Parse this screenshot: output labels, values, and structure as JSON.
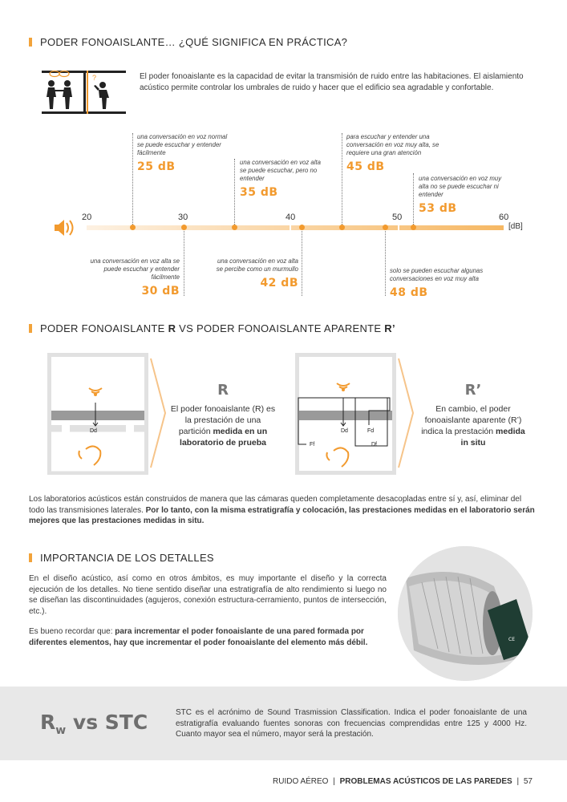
{
  "section1": {
    "title": "PODER FONOAISLANTE… ¿QUÉ SIGNIFICA EN PRÁCTICA?",
    "intro": "El poder fonoaislante es la capacidad de evitar la transmisión de ruido entre las habitaciones. El aislamiento acústico permite controlar los umbrales de ruido y hacer que el edificio sea agradable y confortable."
  },
  "scale": {
    "ticks": [
      "20",
      "30",
      "40",
      "50",
      "60"
    ],
    "unit": "[dB]",
    "top_items": [
      {
        "text": "una conversación en voz normal se puede escuchar y entender fácilmente",
        "db": "25 dB"
      },
      {
        "text": "una conversación en voz alta se puede escuchar, pero no entender",
        "db": "35 dB"
      },
      {
        "text": "para escuchar y entender una conversación en voz muy alta, se requiere una gran atención",
        "db": "45 dB"
      },
      {
        "text": "una conversación en voz muy alta no se puede escuchar ni entender",
        "db": "53 dB"
      }
    ],
    "bottom_items": [
      {
        "text": "una conversación en voz alta se puede escuchar y entender fácilmente",
        "db": "30 dB"
      },
      {
        "text": "una conversación en voz alta se percibe como un murmullo",
        "db": "42 dB"
      },
      {
        "text": "solo se pueden escuchar algunas conversaciones en voz muy alta",
        "db": "48 dB"
      }
    ]
  },
  "section2": {
    "title_a": "PODER FONOAISLANTE ",
    "title_b": "R",
    "title_c": " VS PODER FONOAISLANTE APARENTE ",
    "title_d": "R’",
    "r_heading": "R",
    "r_text": "El poder fonoaislante (R) es la prestación de una partición ",
    "r_bold": "medida en un laboratorio de prueba",
    "rp_heading": "R’",
    "rp_text": "En cambio, el poder fonoaislante aparente (R’) indica la prestación ",
    "rp_bold": "medida in situ",
    "labels": {
      "dd": "Dd",
      "fd": "Fd",
      "ff": "Ff",
      "df": "Df"
    },
    "para": "Los laboratorios acústicos están construidos de manera que las cámaras queden completamente desacopladas entre sí y, así, eliminar del todo las transmisiones laterales. ",
    "para_bold": "Por lo tanto, con la misma estratigrafía y colocación, las prestaciones medidas en el laboratorio serán mejores que las prestaciones medidas in situ."
  },
  "section3": {
    "title": "IMPORTANCIA DE LOS DETALLES",
    "p1": "En el diseño acústico, así como en otros ámbitos, es muy importante el diseño y la correcta ejecución de los detalles. No tiene sentido diseñar una estratigrafía de alto rendimiento si luego no se diseñan las discontinuidades (agujeros, conexión estructura-cerramiento, puntos de intersección, etc.).",
    "p2": "Es bueno recordar que: ",
    "p2_bold": "para incrementar el poder fonoaislante de una pared formada por diferentes elementos, hay que incrementar el poder fonoaislante del elemento más débil."
  },
  "banner": {
    "r": "R",
    "sub": "w",
    "vs": " vs STC",
    "text": "STC es el acrónimo de Sound Trasmission Classification. Indica el poder fonoaislante de una estratigrafía evaluando fuentes sonoras con frecuencias comprendidas entre 125 y 4000 Hz. Cuanto mayor sea el número, mayor será la prestación."
  },
  "footer": {
    "left": "RUIDO AÉREO",
    "sep": "|",
    "mid": "PROBLEMAS ACÚSTICOS DE LAS PAREDES",
    "page": "57"
  }
}
